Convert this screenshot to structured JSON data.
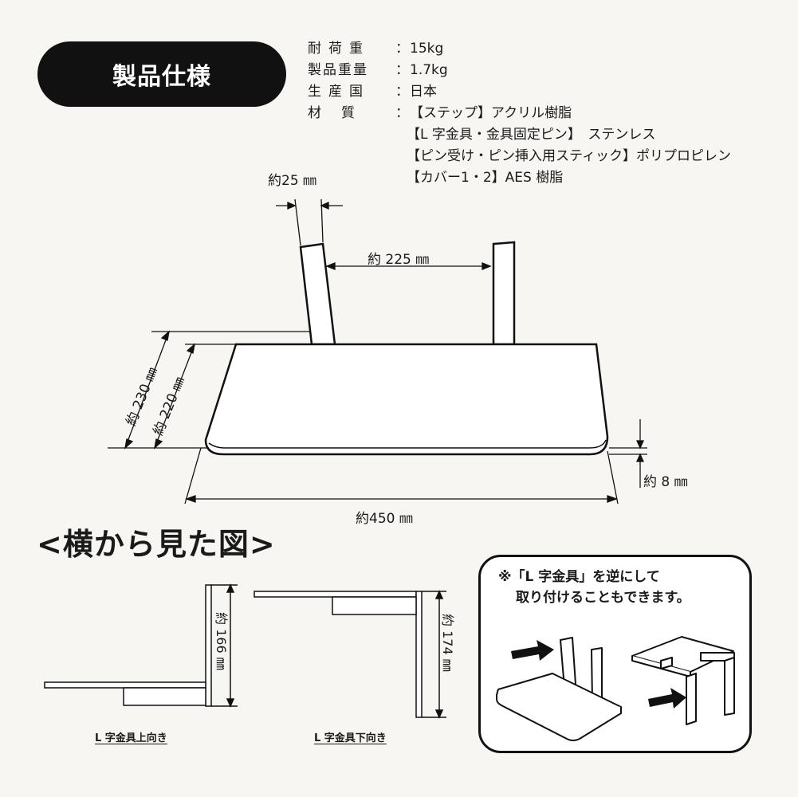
{
  "header": {
    "title": "製品仕様"
  },
  "specs": [
    {
      "label": "耐荷重",
      "colon": "：",
      "value": "15kg"
    },
    {
      "label": "製品重量",
      "colon": "：",
      "value": "1.7kg"
    },
    {
      "label": "生産国",
      "colon": "：",
      "value": "日本"
    },
    {
      "label": "材　質",
      "colon": "：",
      "value": "【ステップ】アクリル樹脂"
    }
  ],
  "materials_extra": [
    "【L 字金具・金具固定ピン】　ステンレス",
    "【ピン受け・ピン挿入用スティック】ポリプロピレン",
    "【カバー1・2】AES 樹脂"
  ],
  "dimensions": {
    "pin_width": "約25 ㎜",
    "pin_gap": "約 225 ㎜",
    "depth_outer": "約 230 ㎜",
    "depth_inner": "約 220 ㎜",
    "thickness": "約 8 ㎜",
    "width": "約450 ㎜"
  },
  "side_view": {
    "title": "<横から見た図>",
    "up_height": "約 166 ㎜",
    "down_height": "約 174 ㎜",
    "caption_up": "L 字金具上向き",
    "caption_down": "L 字金具下向き"
  },
  "note": {
    "line1": "※「L 字金具」を逆にして",
    "line2": "取り付けることもできます。"
  }
}
